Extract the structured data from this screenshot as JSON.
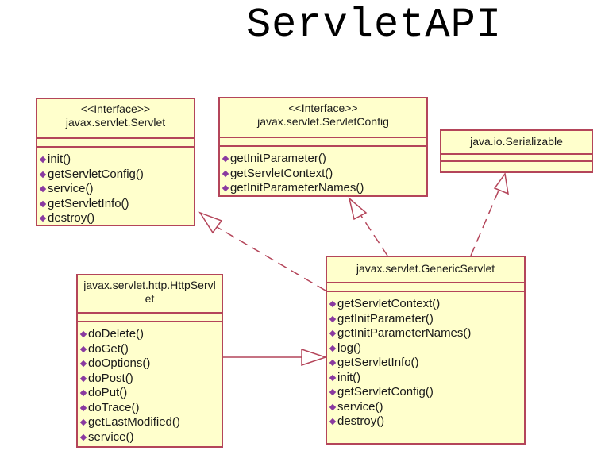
{
  "title": "ServletAPI",
  "colors": {
    "border": "#b4455a",
    "fill": "#ffffcc",
    "arrow": "#b4455a",
    "op_icon": "#8a3aa0"
  },
  "classes": {
    "servlet": {
      "stereotype": "<<Interface>>",
      "name": "javax.servlet.Servlet",
      "operations": [
        "init()",
        "getServletConfig()",
        "service()",
        "getServletInfo()",
        "destroy()"
      ]
    },
    "servlet_config": {
      "stereotype": "<<Interface>>",
      "name": "javax.servlet.ServletConfig",
      "operations": [
        "getInitParameter()",
        "getServletContext()",
        "getInitParameterNames()"
      ]
    },
    "serializable": {
      "name": "java.io.Serializable",
      "operations": []
    },
    "generic_servlet": {
      "name": "javax.servlet.GenericServlet",
      "operations": [
        "getServletContext()",
        "getInitParameter()",
        "getInitParameterNames()",
        "log()",
        "getServletInfo()",
        "init()",
        "getServletConfig()",
        "service()",
        "destroy()"
      ]
    },
    "http_servlet": {
      "name": "javax.servlet.http.HttpServlet",
      "operations": [
        "doDelete()",
        "doGet()",
        "doOptions()",
        "doPost()",
        "doPut()",
        "doTrace()",
        "getLastModified()",
        "service()"
      ]
    }
  },
  "relations": [
    {
      "from": "generic_servlet",
      "to": "servlet",
      "kind": "realization"
    },
    {
      "from": "generic_servlet",
      "to": "servlet_config",
      "kind": "realization"
    },
    {
      "from": "generic_servlet",
      "to": "serializable",
      "kind": "realization"
    },
    {
      "from": "http_servlet",
      "to": "generic_servlet",
      "kind": "generalization"
    }
  ]
}
